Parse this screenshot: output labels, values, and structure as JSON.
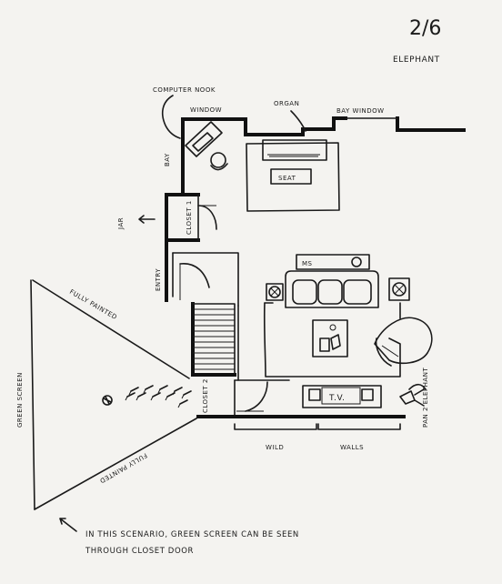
{
  "page_number": "2/6",
  "scene_title": "ELEPHANT",
  "labels": {
    "computer_nook": "COMPUTER NOOK",
    "window": "WINDOW",
    "organ": "ORGAN",
    "bay_window": "BAY WINDOW",
    "bay": "BAY",
    "seat": "SEAT",
    "closet_1": "CLOSET 1",
    "jar": "JAR",
    "entry": "ENTRY",
    "ms": "MS",
    "tv": "T.V.",
    "closet_2": "CLOSET 2",
    "pan_to_elephant": "PAN 2 ELEPHANT",
    "wild": "WILD",
    "walls": "WALLS",
    "green_screen": "GREEN SCREEN",
    "fully_painted_top": "FULLY PAINTED",
    "fully_painted_bottom": "FULLY PAINTED"
  },
  "note": {
    "line1": "IN THIS SCENARIO, GREEN SCREEN CAN BE SEEN",
    "line2": "THROUGH CLOSET DOOR"
  }
}
